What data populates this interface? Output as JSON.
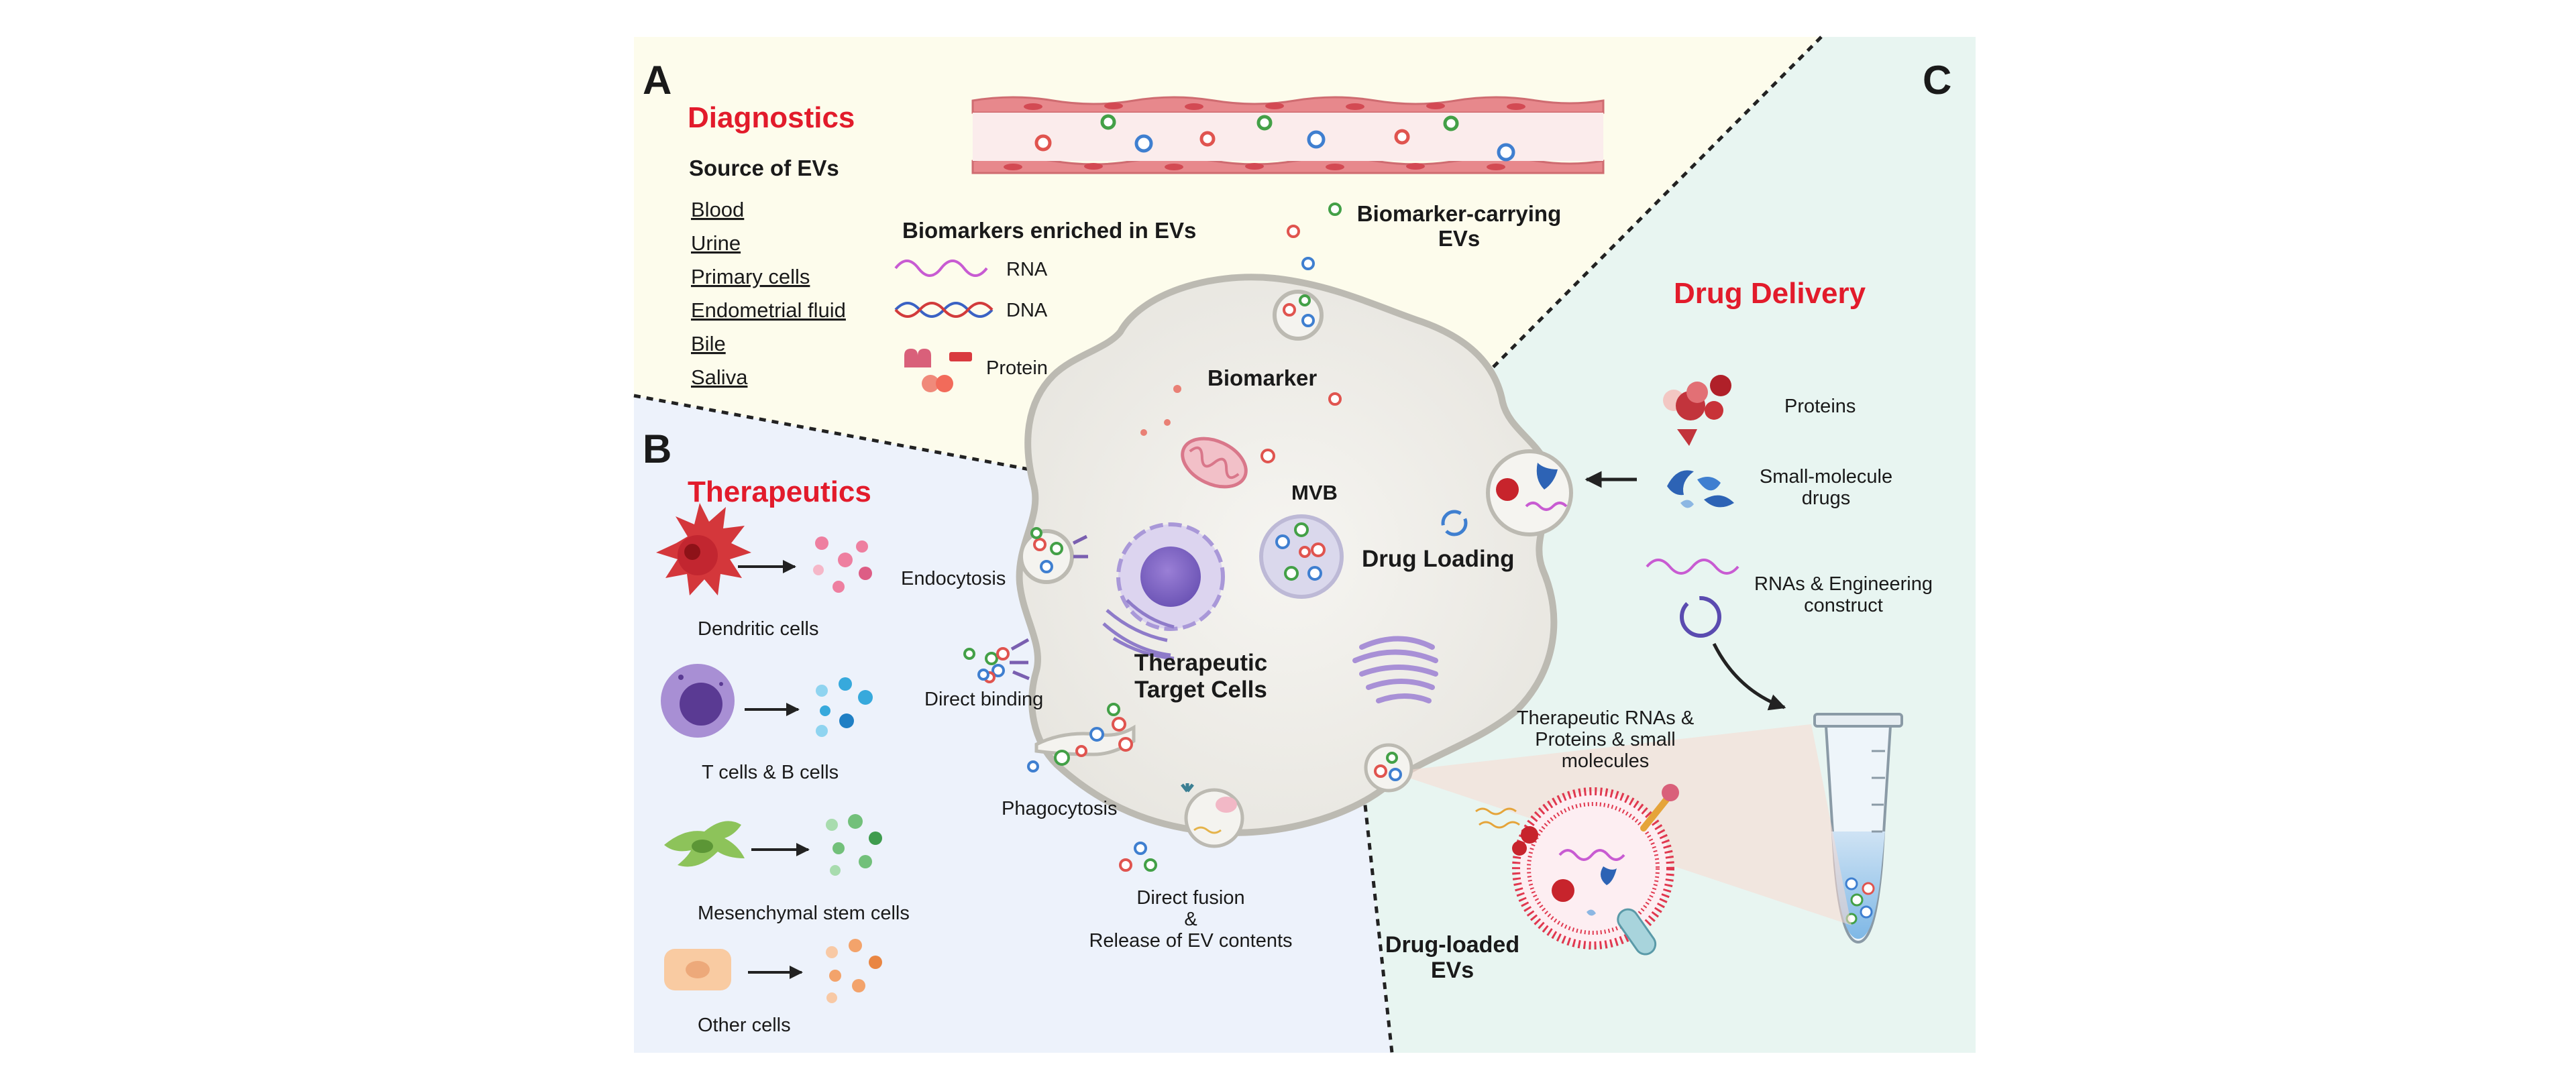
{
  "panels": {
    "a": {
      "letter": "A",
      "title": "Diagnostics"
    },
    "b": {
      "letter": "B",
      "title": "Therapeutics"
    },
    "c": {
      "letter": "C",
      "title": "Drug Delivery"
    }
  },
  "diagnostics": {
    "source_heading": "Source of EVs",
    "sources": [
      "Blood",
      "Urine",
      "Primary cells",
      "Endometrial fluid",
      "Bile",
      "Saliva"
    ],
    "biomarkers_heading": "Biomarkers enriched in EVs",
    "rna_label": "RNA",
    "dna_label": "DNA",
    "protein_label": "Protein",
    "carrying_label_1": "Biomarker-carrying",
    "carrying_label_2": "EVs"
  },
  "cell": {
    "biomarker_label": "Biomarker",
    "mvb_label": "MVB",
    "drug_loading_label": "Drug Loading",
    "target_label_1": "Therapeutic",
    "target_label_2": "Target Cells"
  },
  "uptake": {
    "endocytosis": "Endocytosis",
    "direct_binding": "Direct binding",
    "phagocytosis": "Phagocytosis",
    "fusion_1": "Direct fusion",
    "fusion_2": "&",
    "fusion_3": "Release of EV contents"
  },
  "therapeutics": {
    "sources": [
      "Dendritic cells",
      "T cells & B cells",
      "Mesenchymal stem cells",
      "Other cells"
    ]
  },
  "drug_delivery": {
    "proteins": "Proteins",
    "small_molecule_1": "Small-molecule",
    "small_molecule_2": "drugs",
    "rnas_1": "RNAs & Engineering",
    "rnas_2": "construct",
    "cargo_1": "Therapeutic RNAs &",
    "cargo_2": "Proteins & small",
    "cargo_3": "molecules",
    "loaded_1": "Drug-loaded",
    "loaded_2": "EVs"
  },
  "colors": {
    "title_red": "#e21b2b",
    "panel_a_bg": "#fdfcec",
    "panel_b_bg": "#edf2fb",
    "panel_c_bg": "#e8f5f1",
    "cell_fill": "#efeee9",
    "cell_stroke": "#bcbab2"
  }
}
